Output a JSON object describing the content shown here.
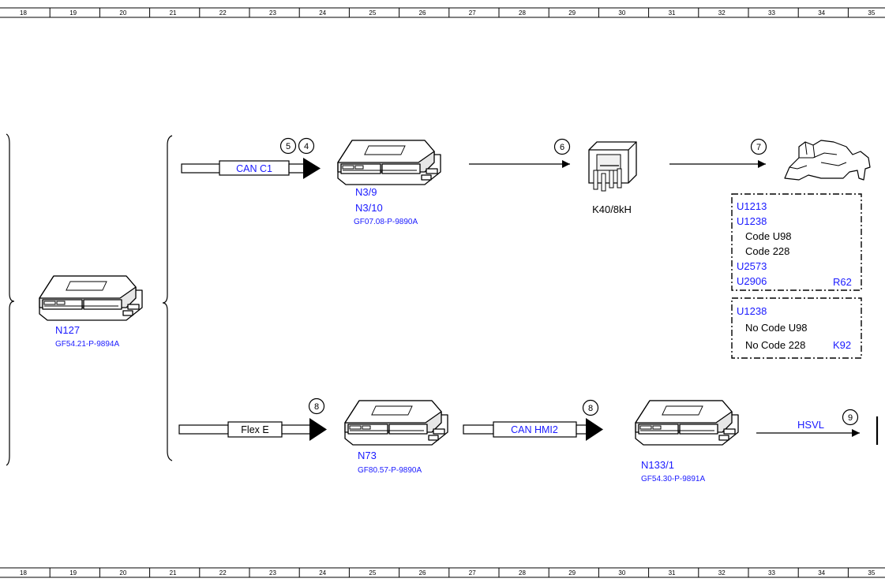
{
  "ruler": {
    "numbers": [
      "18",
      "19",
      "20",
      "21",
      "22",
      "23",
      "24",
      "25",
      "26",
      "27",
      "28",
      "29",
      "30",
      "31",
      "32",
      "33",
      "34",
      "35"
    ]
  },
  "modules": {
    "n127": {
      "name": "N127",
      "ref": "GF54.21-P-9894A"
    },
    "n3": {
      "name1": "N3/9",
      "name2": "N3/10",
      "ref": "GF07.08-P-9890A"
    },
    "k40": {
      "name": "K40/8kH"
    },
    "n73": {
      "name": "N73",
      "ref": "GF80.57-P-9890A"
    },
    "n133": {
      "name": "N133/1",
      "ref": "GF54.30-P-9891A"
    }
  },
  "buses": {
    "can_c1": "CAN C1",
    "flex_e": "Flex E",
    "can_hmi2": "CAN HMI2",
    "hsvl": "HSVL"
  },
  "callouts": {
    "c5": "5",
    "c4": "4",
    "c6": "6",
    "c7": "7",
    "c8a": "8",
    "c8b": "8",
    "c9": "9"
  },
  "box_r62": {
    "line1": "U1213",
    "line2": "U1238",
    "line3": "Code U98",
    "line4": "Code 228",
    "line5": "U2573",
    "line6": "U2906",
    "tag": "R62"
  },
  "box_k92": {
    "line1": "U1238",
    "no1": "No",
    "line2": "Code U98",
    "no2": "No",
    "line3": "Code 228",
    "tag": "K92"
  }
}
